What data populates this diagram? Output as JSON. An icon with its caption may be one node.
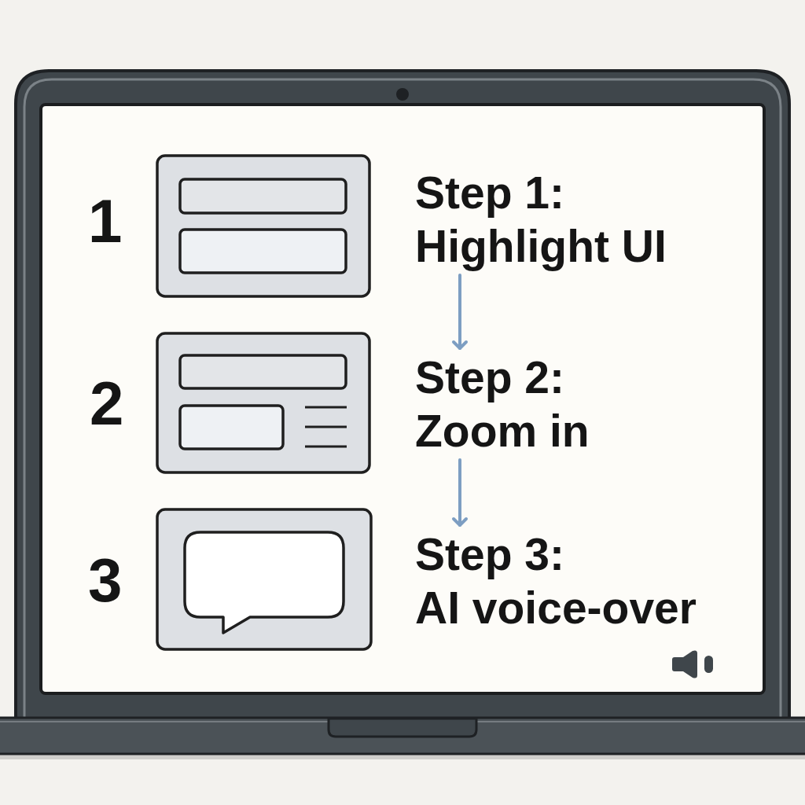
{
  "diagram": {
    "nodes": [
      {
        "text": [
          "Step 1:",
          "Highlight UI"
        ]
      },
      {
        "text": [
          "Step 2:",
          "Zoom in"
        ]
      },
      {
        "text": [
          "Step 3:",
          "AI voice-over"
        ]
      }
    ],
    "edges": [
      {
        "from": 0,
        "to": 1,
        "arrow": "to"
      },
      {
        "from": 1,
        "to": 2,
        "arrow": "to"
      }
    ],
    "labels": [
      "1",
      "2",
      "3"
    ]
  }
}
